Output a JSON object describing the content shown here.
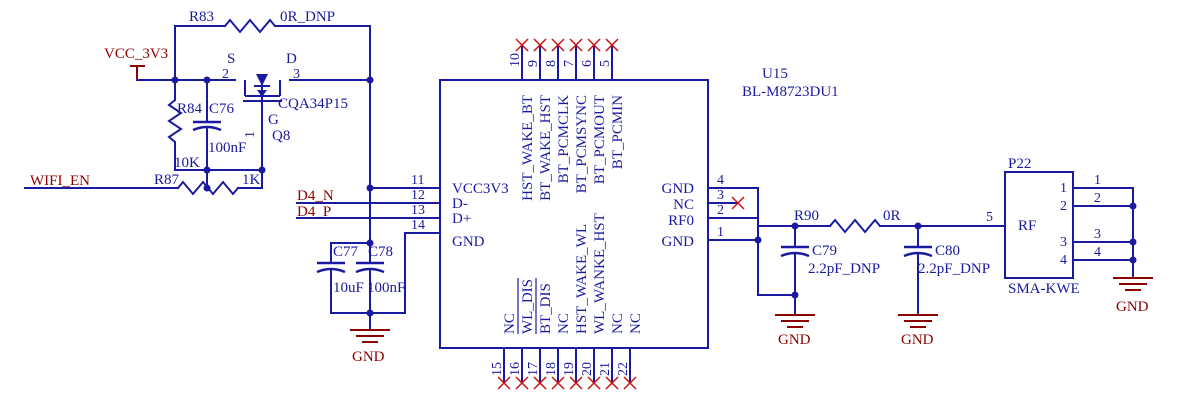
{
  "diagram": {
    "u15": {
      "refdes": "U15",
      "part": "BL-M8723DU1",
      "left_pins": [
        {
          "num": "11",
          "name": "VCC3V3"
        },
        {
          "num": "12",
          "name": "D-"
        },
        {
          "num": "13",
          "name": "D+"
        },
        {
          "num": "14",
          "name": "GND"
        }
      ],
      "right_pins": [
        {
          "num": "4",
          "name": "GND"
        },
        {
          "num": "3",
          "name": "NC"
        },
        {
          "num": "2",
          "name": "RF0"
        },
        {
          "num": "1",
          "name": "GND"
        }
      ],
      "top_pins": [
        {
          "num": "10",
          "name": "HST_WAKE_BT"
        },
        {
          "num": "9",
          "name": "BT_WAKE_HST"
        },
        {
          "num": "8",
          "name": "BT_PCMCLK"
        },
        {
          "num": "7",
          "name": "BT_PCMSYNC"
        },
        {
          "num": "6",
          "name": "BT_PCMOUT"
        },
        {
          "num": "5",
          "name": "BT_PCMIN"
        }
      ],
      "bottom_pins": [
        {
          "num": "15",
          "name": "NC"
        },
        {
          "num": "16",
          "name": "WL_DIS"
        },
        {
          "num": "17",
          "name": "BT_DIS"
        },
        {
          "num": "18",
          "name": "NC"
        },
        {
          "num": "19",
          "name": "HST_WAKE_WL"
        },
        {
          "num": "20",
          "name": "WL_WANKE_HST"
        },
        {
          "num": "21",
          "name": "NC"
        },
        {
          "num": "22",
          "name": "NC"
        }
      ]
    },
    "r83": {
      "refdes": "R83",
      "value": "0R_DNP"
    },
    "vcc": {
      "name": "VCC_3V3"
    },
    "q8": {
      "refdes": "Q8",
      "part": "CQA34P15",
      "s": "S",
      "d": "D",
      "g": "G",
      "pin_s": "2",
      "pin_d": "3",
      "pin_g": "1"
    },
    "r84": {
      "refdes": "R84",
      "value": "10K"
    },
    "c76": {
      "refdes": "C76",
      "value": "100nF"
    },
    "wifi_en": {
      "name": "WIFI_EN"
    },
    "r87": {
      "refdes": "R87",
      "value": "1K"
    },
    "d4n": {
      "name": "D4_N"
    },
    "d4p": {
      "name": "D4_P"
    },
    "c77": {
      "refdes": "C77",
      "value": "10uF"
    },
    "c78": {
      "refdes": "C78",
      "value": "100nF"
    },
    "gnd_label": "GND",
    "r90": {
      "refdes": "R90",
      "value": "0R"
    },
    "c79": {
      "refdes": "C79",
      "value": "2.2pF_DNP"
    },
    "c80": {
      "refdes": "C80",
      "value": "2.2pF_DNP"
    },
    "p22": {
      "refdes": "P22",
      "part": "SMA-KWE",
      "pin_rf_num": "5",
      "pin_rf_name": "RF",
      "pins": [
        "1",
        "2",
        "3",
        "4"
      ]
    }
  }
}
